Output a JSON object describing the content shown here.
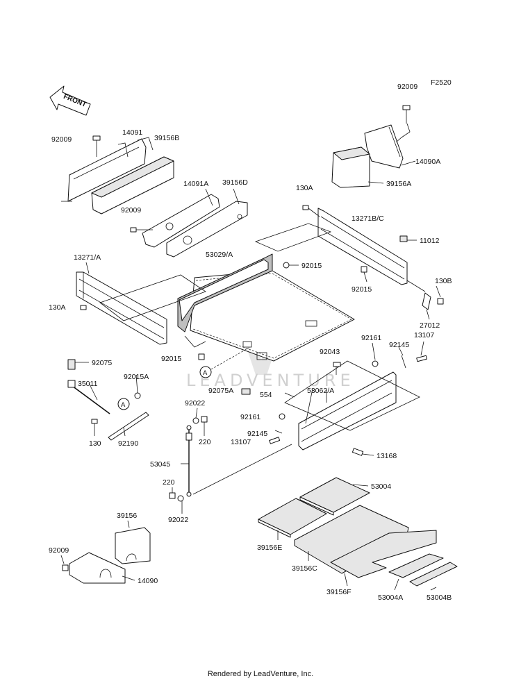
{
  "diagram": {
    "code": "F2520",
    "front_label": "FRONT",
    "callout": "A",
    "watermark": "LEADVENTURE",
    "footer": "Rendered by LeadVenture, Inc."
  },
  "labels": {
    "p92009_tr": "92009",
    "p14090A": "14090A",
    "p39156A": "39156A",
    "p92009_tl": "92009",
    "p14091": "14091",
    "p39156B": "39156B",
    "p14091A": "14091A",
    "p39156D": "39156D",
    "p92009_ml": "92009",
    "p130A_top": "130A",
    "p13271BC": "13271B/C",
    "p11012": "11012",
    "p13271A": "13271/A",
    "p53029A": "53029/A",
    "p92015_a": "92015",
    "p92015_b": "92015",
    "p130B": "130B",
    "p130A_left": "130A",
    "p27012": "27012",
    "p92015_c": "92015",
    "p92043": "92043",
    "p92161_top": "92161",
    "p92145_top": "92145",
    "p13107_top": "13107",
    "p92075": "92075",
    "p35011": "35011",
    "p92015A": "92015A",
    "p92075A": "92075A",
    "p554": "554",
    "p53062A": "53062/A",
    "p92022_top": "92022",
    "p130": "130",
    "p92190": "92190",
    "p220_top": "220",
    "p92161_mid": "92161",
    "p92145_mid": "92145",
    "p13107_mid": "13107",
    "p13168": "13168",
    "p53045": "53045",
    "p220_bot": "220",
    "p92022_bot": "92022",
    "p53004": "53004",
    "p39156": "39156",
    "p39156E": "39156E",
    "p39156C": "39156C",
    "p39156F": "39156F",
    "p53004A": "53004A",
    "p53004B": "53004B",
    "p92009_bl": "92009",
    "p14090": "14090"
  }
}
